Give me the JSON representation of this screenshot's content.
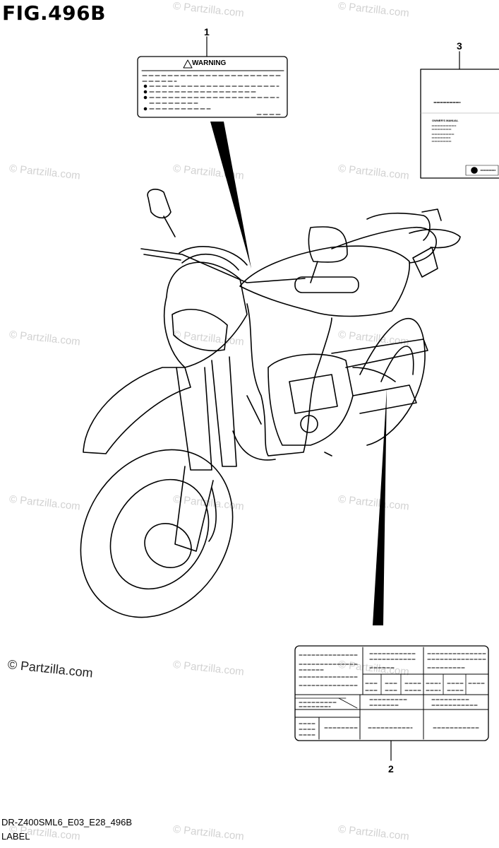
{
  "figure": {
    "title": "FIG.496B"
  },
  "callouts": {
    "c1": "1",
    "c2": "2",
    "c3": "3"
  },
  "labels": {
    "warning": "WARNING",
    "owners_manual": "OWNER'S MANUAL"
  },
  "watermark": {
    "text": "© Partzilla.com",
    "color": "#d2d2d2"
  },
  "footer": {
    "code": "DR-Z400SML6_E03_E28_496B",
    "label": "LABEL"
  },
  "icons": [
    "warning-triangle-icon",
    "manufacturer-logo-icon"
  ]
}
